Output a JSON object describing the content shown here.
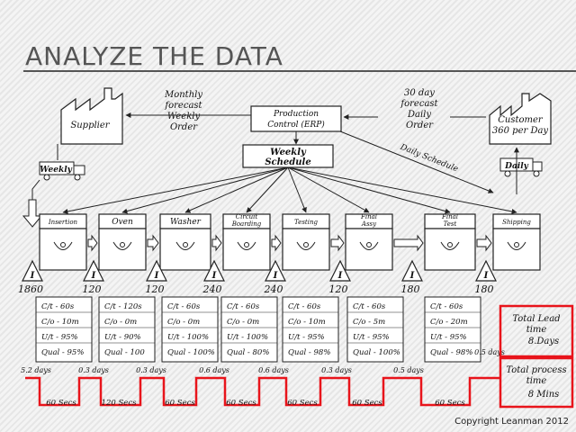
{
  "title": "ANALYZE THE DATA",
  "copyright": "Copyright Leanman 2012",
  "supplier": "Supplier",
  "customer": [
    "Customer",
    "360 per Day"
  ],
  "production_control": [
    "Production",
    "Control (ERP)"
  ],
  "monthly_note": [
    "Monthly",
    "forecast",
    "Weekly",
    "Order"
  ],
  "day30_note": [
    "30 day",
    "forecast",
    "Daily",
    "Order"
  ],
  "weekly_schedule": [
    "Weekly",
    "Schedule"
  ],
  "daily_schedule": "Daily Schedule",
  "supplier_delivery": "Weekly",
  "customer_delivery": "Daily",
  "processes": [
    {
      "name": [
        "Insertion"
      ],
      "ct": "C/t - 60s",
      "co": "C/o - 10m",
      "ut": "U/t - 95%",
      "qual": "Qual - 95%"
    },
    {
      "name": [
        "Oven"
      ],
      "ct": "C/t - 120s",
      "co": "C/o - 0m",
      "ut": "U/t - 90%",
      "qual": "Qual - 100"
    },
    {
      "name": [
        "Washer"
      ],
      "ct": "C/t - 60s",
      "co": "C/o - 0m",
      "ut": "U/t - 100%",
      "qual": "Qual - 100%"
    },
    {
      "name": [
        "Circuit",
        "Boarding"
      ],
      "ct": "C/t - 60s",
      "co": "C/o - 0m",
      "ut": "U/t - 100%",
      "qual": "Qual - 80%"
    },
    {
      "name": [
        "Testing"
      ],
      "ct": "C/t - 60s",
      "co": "C/o - 10m",
      "ut": "U/t - 95%",
      "qual": "Qual - 98%"
    },
    {
      "name": [
        "Final",
        "Assy"
      ],
      "ct": "C/t - 60s",
      "co": "C/o - 5m",
      "ut": "U/t - 95%",
      "qual": "Qual - 100%"
    },
    {
      "name": [
        "Final",
        "Test"
      ],
      "ct": "C/t - 60s",
      "co": "C/o - 20m",
      "ut": "U/t - 95%",
      "qual": "Qual - 98%"
    },
    {
      "name": [
        "Shipping"
      ]
    }
  ],
  "inventory": [
    {
      "symbol": "I",
      "qty": "1860"
    },
    {
      "symbol": "I",
      "qty": "120"
    },
    {
      "symbol": "I",
      "qty": "120"
    },
    {
      "symbol": "I",
      "qty": "240"
    },
    {
      "symbol": "I",
      "qty": "240"
    },
    {
      "symbol": "I",
      "qty": "120"
    },
    {
      "symbol": "I",
      "qty": "180"
    },
    {
      "symbol": "I",
      "qty": "180"
    }
  ],
  "timeline": {
    "wait_days": [
      "5.2 days",
      "0.3 days",
      "0.3 days",
      "0.6 days",
      "0.6 days",
      "0.3 days",
      "0.5 days",
      "0.5 days"
    ],
    "process_times": [
      "60 Secs",
      "120 Secs",
      "60 Secs",
      "60 Secs",
      "60 Secs",
      "60 Secs",
      "60 Secs"
    ]
  },
  "summary": {
    "lead_time": [
      "Total Lead",
      "time",
      "8.Days"
    ],
    "process_time": [
      "Total process",
      "time",
      "8 Mins"
    ]
  },
  "colors": {
    "timeline": "#e8141b",
    "ink": "#111111",
    "title": "#555555"
  }
}
